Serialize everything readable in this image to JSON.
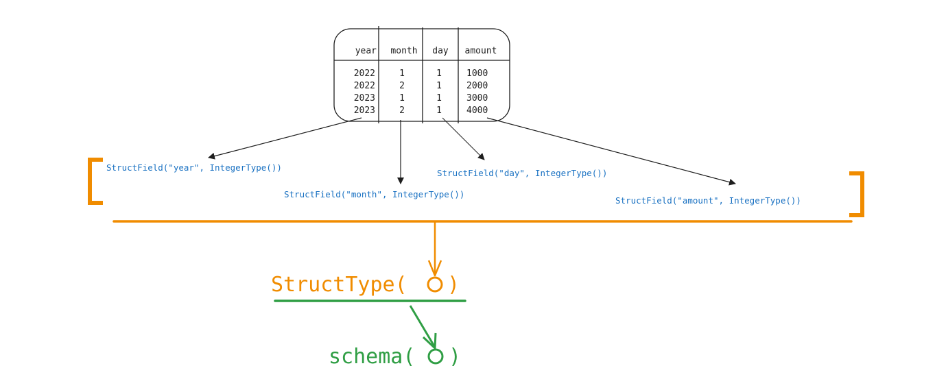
{
  "table": {
    "headers": [
      "year",
      "month",
      "day",
      "amount"
    ],
    "rows": [
      [
        "2022",
        "1",
        "1",
        "1000"
      ],
      [
        "2022",
        "2",
        "1",
        "2000"
      ],
      [
        "2023",
        "1",
        "1",
        "3000"
      ],
      [
        "2023",
        "2",
        "1",
        "4000"
      ]
    ]
  },
  "fields": [
    "StructField(\"year\", IntegerType())",
    "StructField(\"month\", IntegerType())",
    "StructField(\"day\", IntegerType())",
    "StructField(\"amount\", IntegerType())"
  ],
  "struct_type": {
    "prefix": "StructType(",
    "suffix": ")"
  },
  "schema": {
    "prefix": "schema(",
    "suffix": ")"
  },
  "colors": {
    "stroke": "#1e1e1e",
    "field": "#1971c2",
    "orange": "#f08c00",
    "green": "#2f9e44"
  }
}
